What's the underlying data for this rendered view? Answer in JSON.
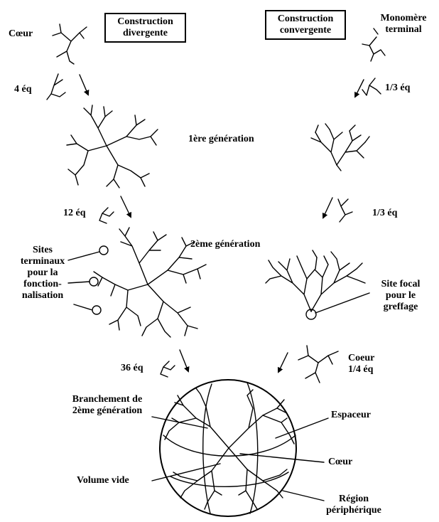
{
  "labels": {
    "coeur_top": "Cœur",
    "construction_divergente": [
      "Construction",
      "divergente"
    ],
    "construction_convergente": [
      "Construction",
      "convergente"
    ],
    "monomere_terminal": [
      "Monomère",
      "terminal"
    ],
    "eq4": "4 éq",
    "eq1_3_a": "1/3 éq",
    "generation1": "1ère génération",
    "eq12": "12 éq",
    "eq1_3_b": "1/3 éq",
    "generation2": "2ème génération",
    "sites_terminaux": [
      "Sites",
      "terminaux",
      "pour la",
      "fonction-",
      "nalisation"
    ],
    "site_focal": [
      "Site focal",
      "pour le",
      "greffage"
    ],
    "eq36": "36 éq",
    "coeur_quarter": [
      "Coeur",
      "1/4 éq"
    ],
    "branchement": [
      "Branchement de",
      "2ème génération"
    ],
    "espaceur": "Espaceur",
    "coeur_center": "Cœur",
    "volume_vide": "Volume vide",
    "region_peripherique": [
      "Région",
      "périphérique"
    ]
  },
  "colors": {
    "ink": "#000000",
    "background": "#ffffff"
  }
}
